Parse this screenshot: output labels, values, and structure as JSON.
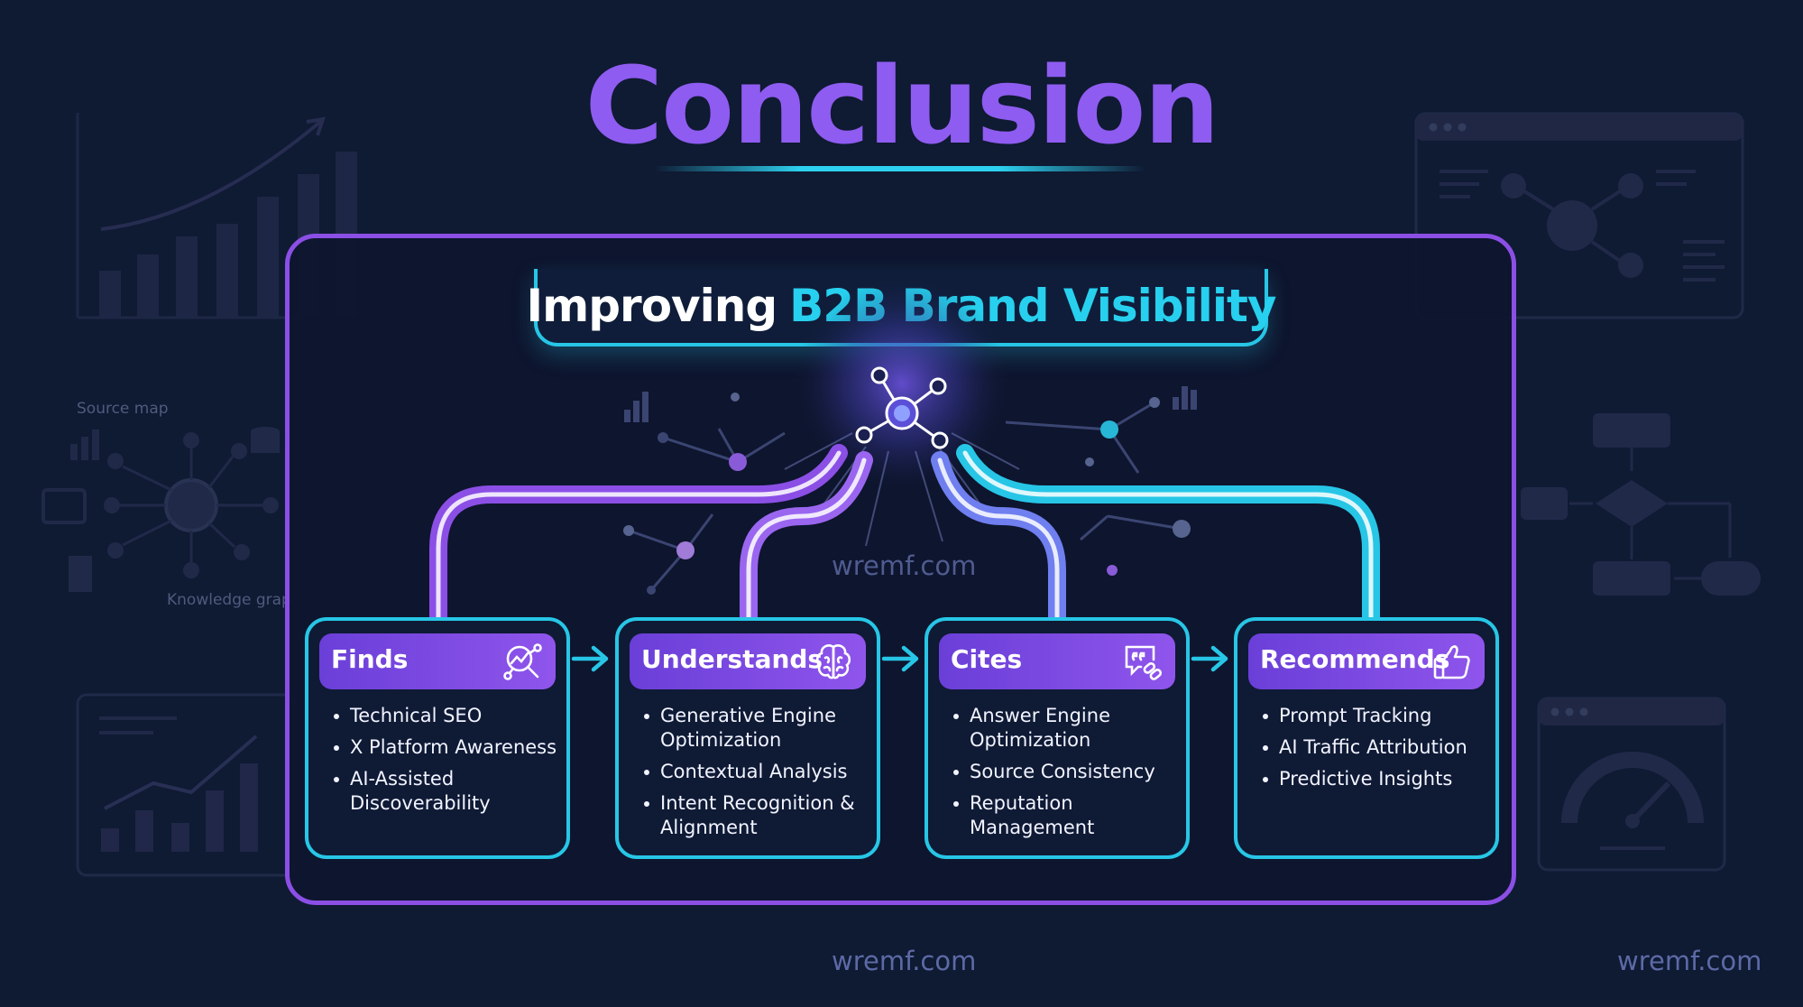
{
  "title": "Conclusion",
  "subtitle": {
    "part1": "Improving",
    "part2": "B2B Brand Visibility"
  },
  "background_labels": {
    "source_map": "Source map",
    "knowledge_graph": "Knowledge grap"
  },
  "watermarks": {
    "center_panel": "wremf.com",
    "bottom_center": "wremf.com",
    "bottom_right": "wremf.com"
  },
  "stages": [
    {
      "title": "Finds",
      "icon": "search-analytics-icon",
      "items": [
        "Technical SEO",
        "X Platform Awareness",
        "AI-Assisted Discoverability"
      ]
    },
    {
      "title": "Understands",
      "icon": "brain-icon",
      "items": [
        "Generative Engine Optimization",
        "Contextual Analysis",
        "Intent Recognition & Alignment"
      ]
    },
    {
      "title": "Cites",
      "icon": "quote-link-icon",
      "items": [
        "Answer Engine Optimization",
        "Source Consistency",
        "Reputation Management"
      ]
    },
    {
      "title": "Recommends",
      "icon": "thumbs-up-icon",
      "items": [
        "Prompt Tracking",
        "AI Traffic Attribution",
        "Predictive Insights"
      ]
    }
  ],
  "colors": {
    "background": "#0f1a33",
    "title_purple": "#8e5cf0",
    "cyan_accent": "#27c6e6",
    "panel_border": "#8b4fe6",
    "card_header": "#7a48e2"
  }
}
